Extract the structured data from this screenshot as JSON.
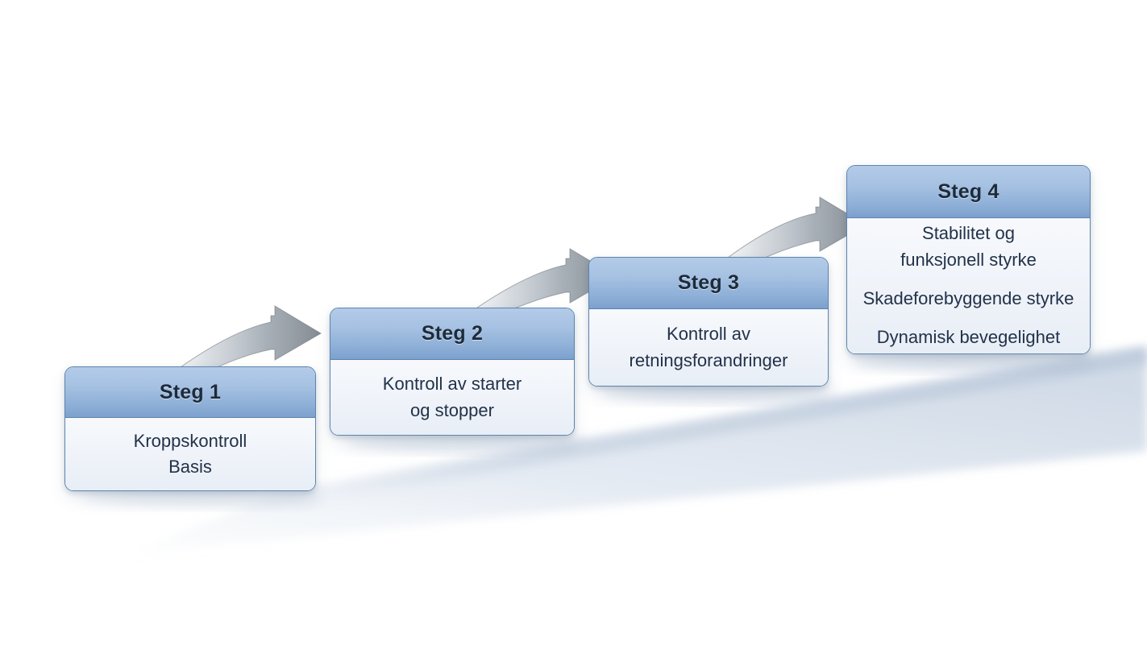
{
  "diagram": {
    "background_color": "#ffffff",
    "header_color": "#8fb0d8",
    "body_color": "#f1f5fa",
    "border_color": "#5d84ad",
    "title_text_color": "#1d2b3a",
    "body_text_color": "#22324a",
    "arrow_color": "#8a8f94",
    "steps": [
      {
        "title": "Steg 1",
        "lines": [
          [
            "Kroppskontroll",
            "Basis"
          ]
        ]
      },
      {
        "title": "Steg 2",
        "lines": [
          [
            "Kontroll av starter",
            "og stopper"
          ]
        ]
      },
      {
        "title": "Steg 3",
        "lines": [
          [
            "Kontroll av",
            "retningsforandringer"
          ]
        ]
      },
      {
        "title": "Steg 4",
        "lines": [
          [
            "Stabilitet og",
            "funksjonell styrke"
          ],
          [
            "Skadeforebyggende styrke"
          ],
          [
            "Dynamisk bevegelighet"
          ]
        ]
      }
    ],
    "connectors": [
      {
        "name": "arrow-step1-step2",
        "from": "Steg 1",
        "to": "Steg 2"
      },
      {
        "name": "arrow-step2-step3",
        "from": "Steg 2",
        "to": "Steg 3"
      },
      {
        "name": "arrow-step3-step4",
        "from": "Steg 3",
        "to": "Steg 4"
      }
    ]
  }
}
